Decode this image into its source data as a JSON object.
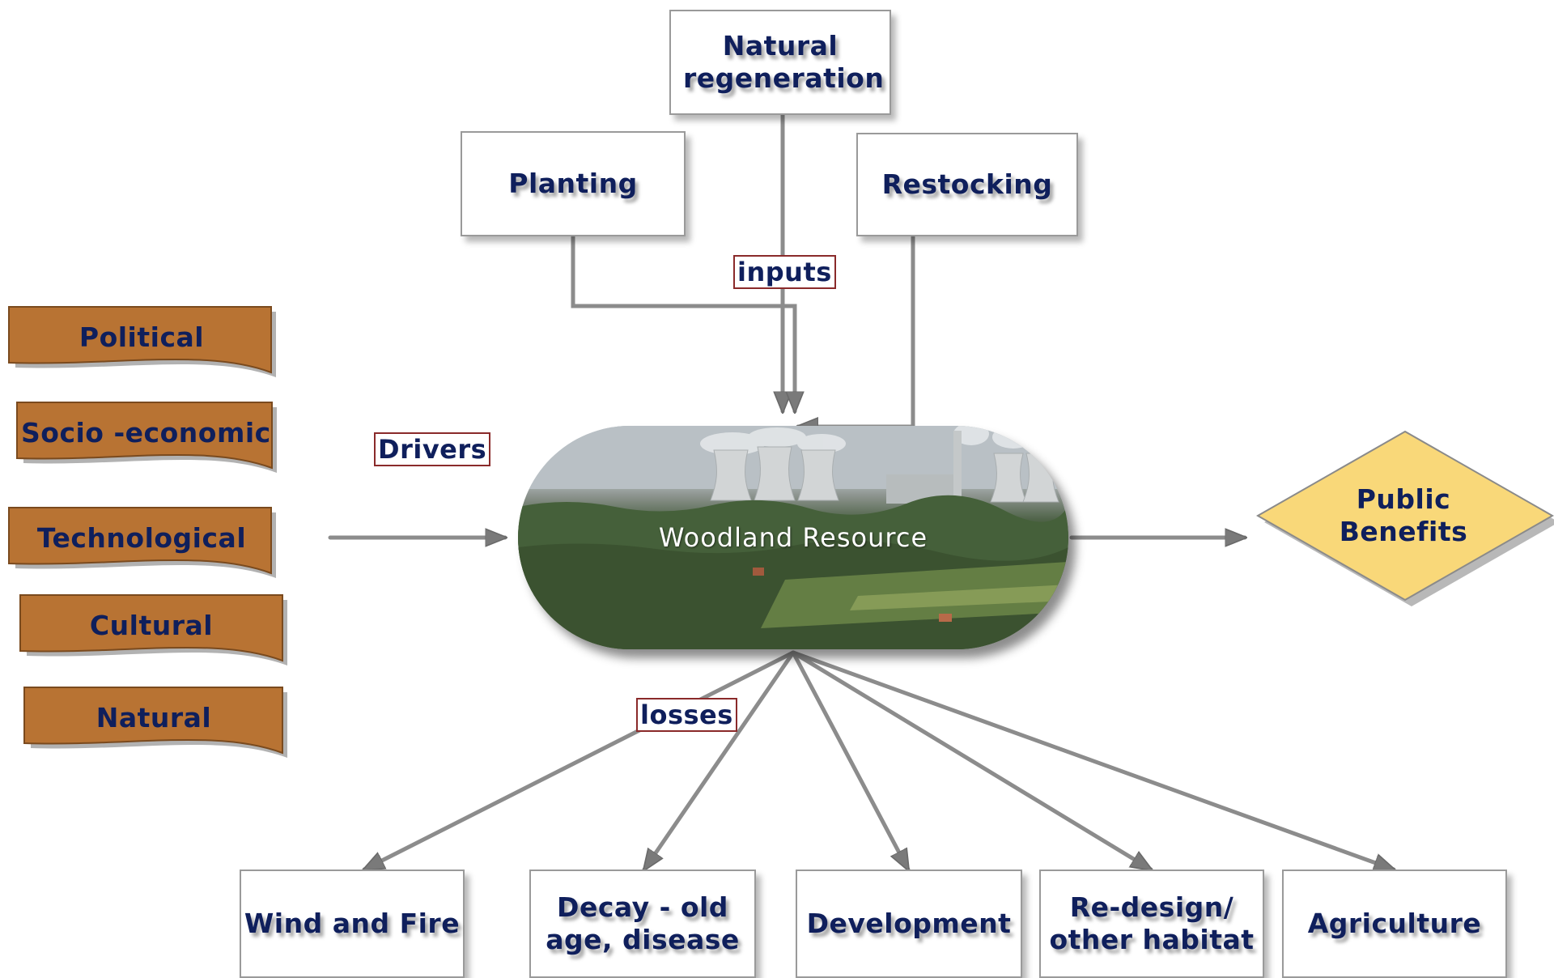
{
  "inputs": {
    "natural_regeneration": "Natural regeneration",
    "planting": "Planting",
    "restocking": "Restocking",
    "tag": "inputs"
  },
  "drivers": {
    "tag": "Drivers",
    "items": [
      "Political",
      "Socio -economic",
      "Technological",
      "Cultural",
      "Natural"
    ],
    "fill_color": "#b87333"
  },
  "resource": {
    "label": "Woodland Resource"
  },
  "benefits": {
    "label": "Public Benefits",
    "fill_color": "#f9d879"
  },
  "losses": {
    "tag": "losses",
    "items": [
      "Wind and Fire",
      "Decay - old age, disease",
      "Development",
      "Re-design/ other habitat",
      "Agriculture"
    ]
  },
  "colors": {
    "text": "#0f1f5c",
    "tag_border": "#8a2a2a",
    "connector": "#888888"
  }
}
